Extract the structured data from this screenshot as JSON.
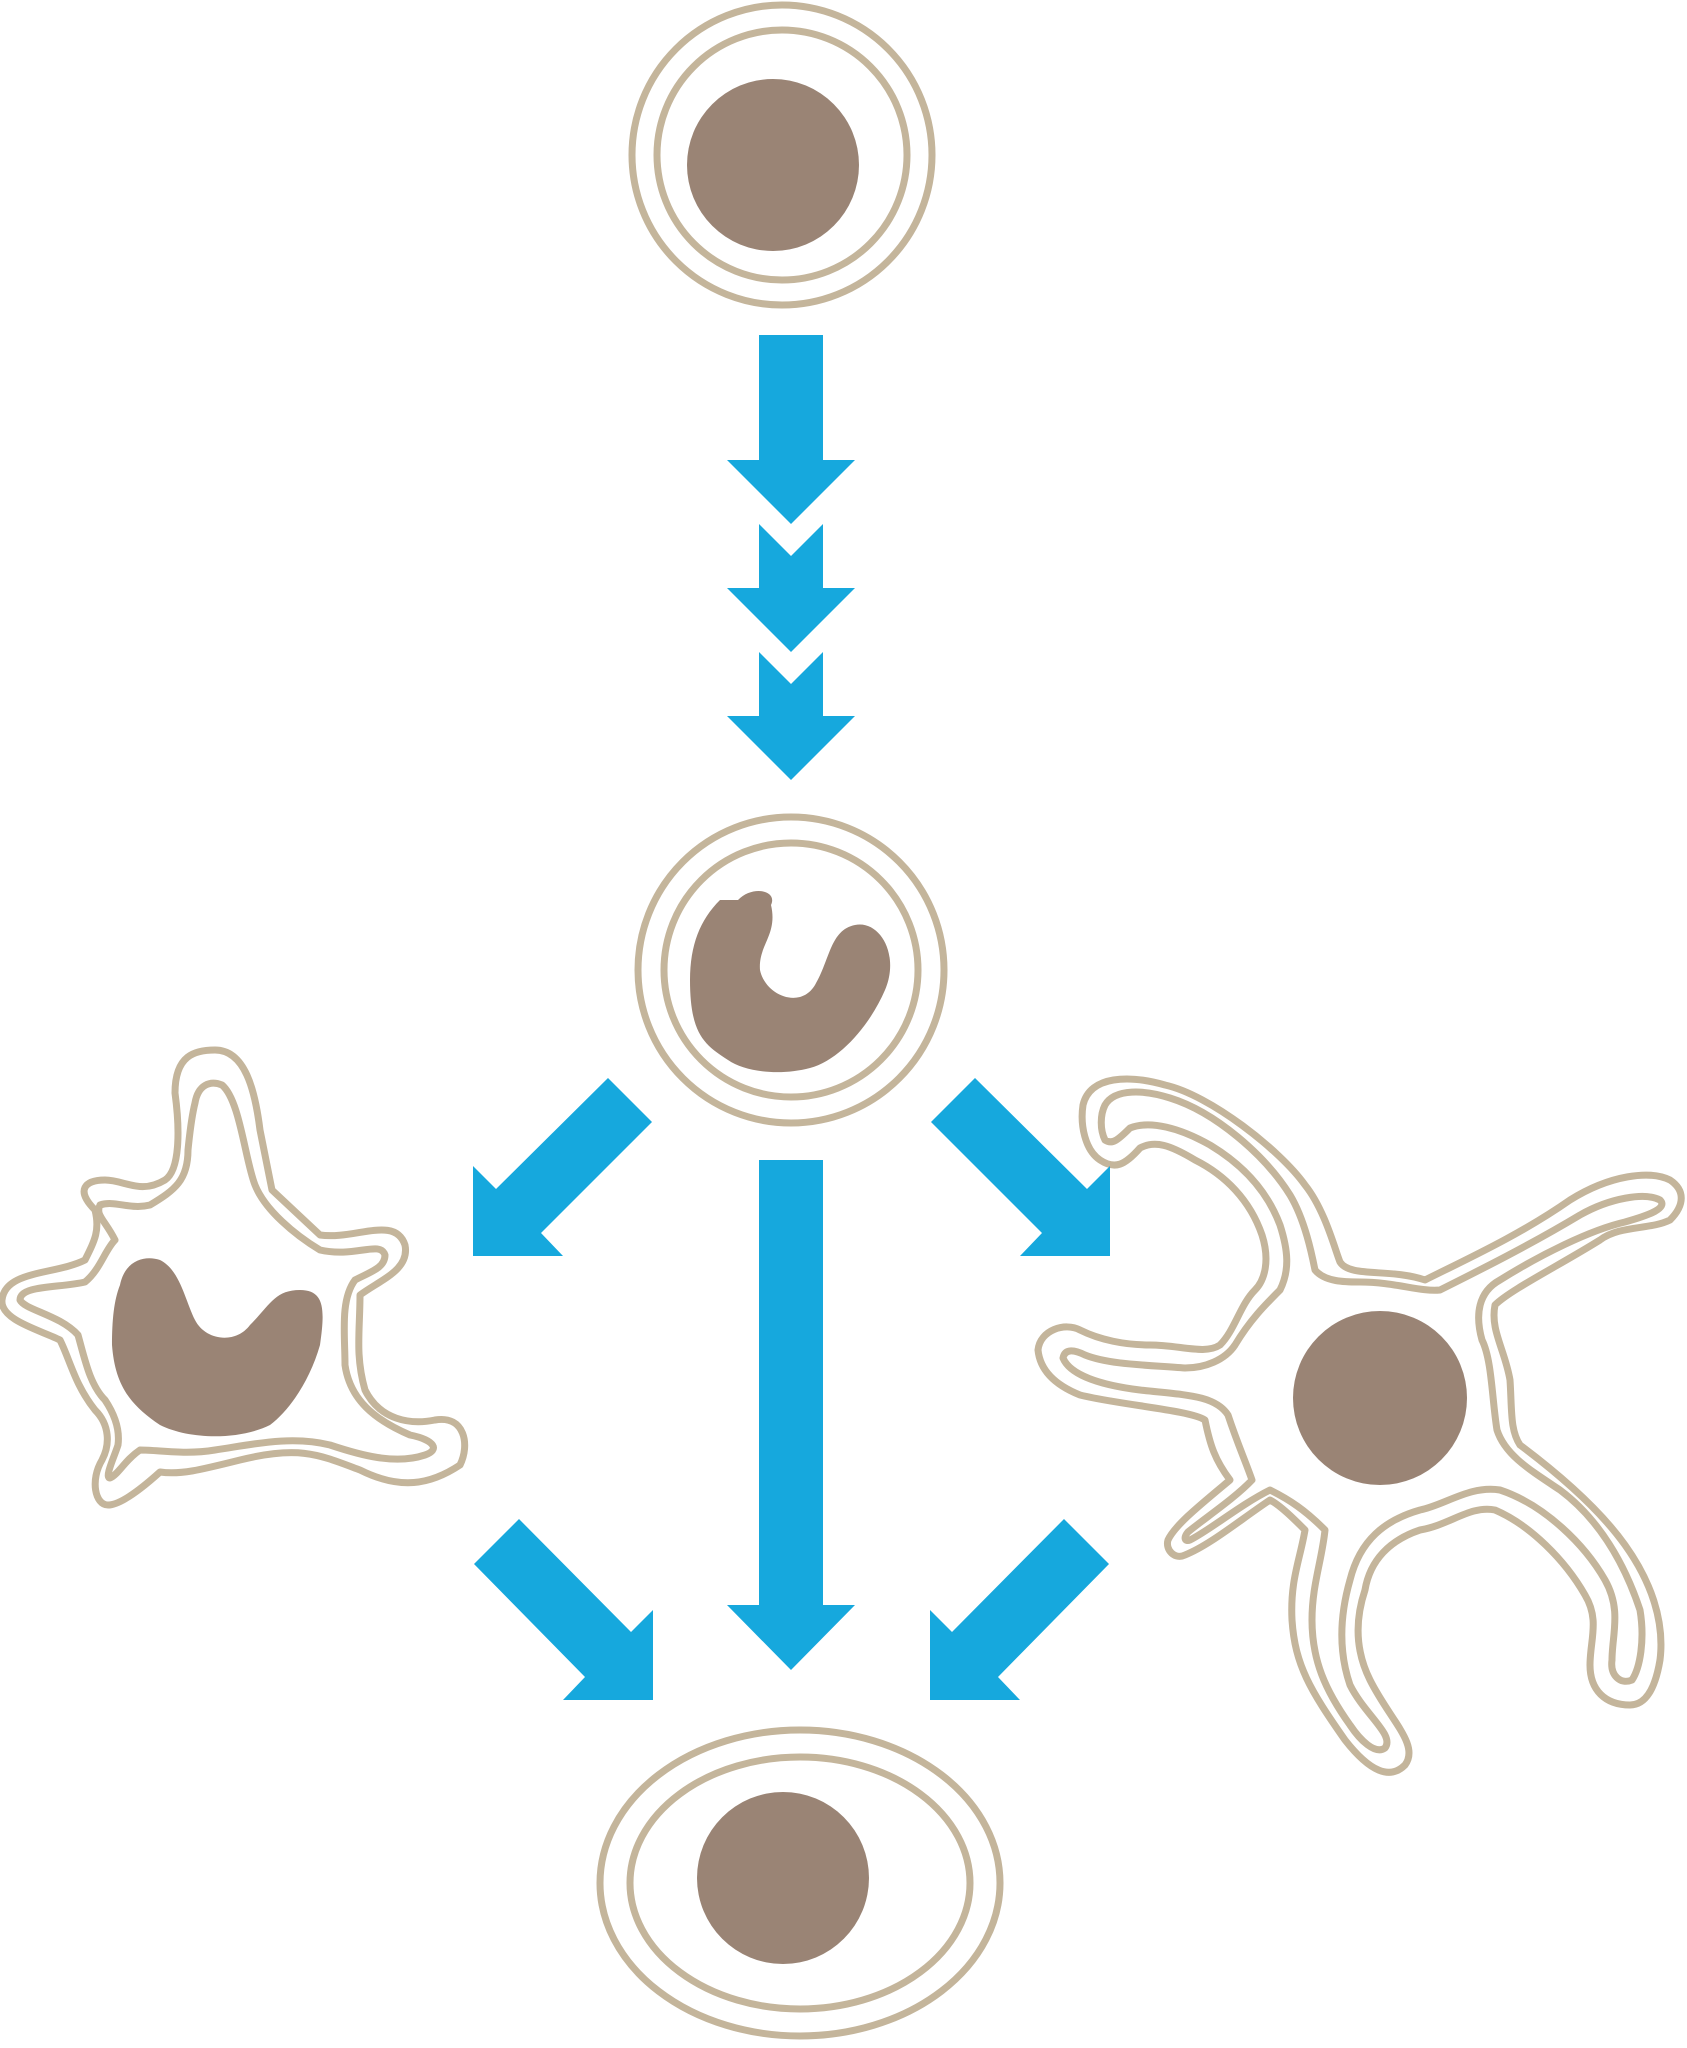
{
  "colors": {
    "arrow": "#16a8dd",
    "membrane": "#c4b59b",
    "nucleus": "#9a8475",
    "background": "#ffffff"
  },
  "cells": [
    {
      "id": "progenitor",
      "shape": "round-cell",
      "nucleus": "round"
    },
    {
      "id": "monocyte",
      "shape": "round-cell",
      "nucleus": "kidney"
    },
    {
      "id": "macrophage",
      "shape": "irregular-cell-with-pseudopods",
      "nucleus": "kidney"
    },
    {
      "id": "dendritic-cell",
      "shape": "star-cell-with-dendrites",
      "nucleus": "round"
    },
    {
      "id": "final-cell",
      "shape": "oval-cell",
      "nucleus": "round"
    }
  ],
  "arrows": [
    {
      "from": "progenitor",
      "to": "monocyte",
      "style": "triple-chevron"
    },
    {
      "from": "monocyte",
      "to": "macrophage",
      "style": "single"
    },
    {
      "from": "monocyte",
      "to": "dendritic-cell",
      "style": "single"
    },
    {
      "from": "monocyte",
      "to": "final-cell",
      "style": "single"
    },
    {
      "from": "macrophage",
      "to": "final-cell",
      "style": "single"
    },
    {
      "from": "dendritic-cell",
      "to": "final-cell",
      "style": "single"
    }
  ]
}
